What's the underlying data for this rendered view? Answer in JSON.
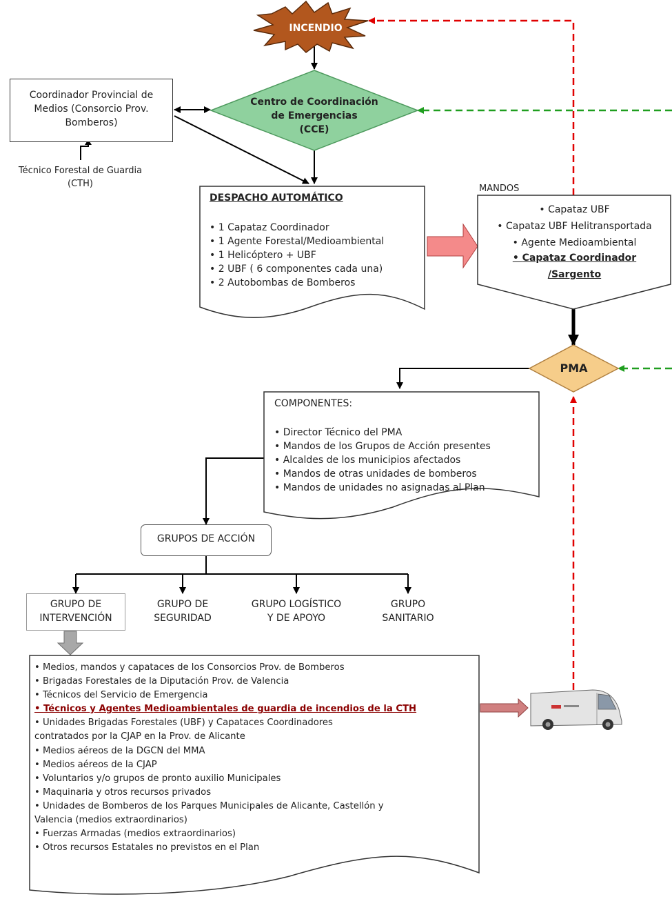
{
  "colors": {
    "incendio_fill": "#b2571e",
    "diamond_fill": "#8fd19e",
    "pma_fill": "#f6cd8a",
    "big_arrow_fill": "#f48a8a",
    "red_dashed": "#e00000",
    "green_dashed": "#1f9e1f",
    "highlight_text": "#8b0000",
    "small_arrow_fill": "#d08080",
    "gray_arrow_fill": "#a8a8a8"
  },
  "incendio": {
    "label": "INCENDIO"
  },
  "cce": {
    "line1": "Centro de Coordinación",
    "line2": "de Emergencias",
    "line3": "(CCE)"
  },
  "coordinador": {
    "line1": "Coordinador Provincial de",
    "line2": "Medios (Consorcio Prov.",
    "line3": "Bomberos)"
  },
  "tecnico_forestal": {
    "line1": "Técnico Forestal de Guardia",
    "line2": "(CTH)"
  },
  "despacho": {
    "title": "DESPACHO AUTOMÁTICO",
    "items": [
      "1 Capataz Coordinador",
      "1 Agente Forestal/Medioambiental",
      "1 Helicóptero + UBF",
      "2 UBF ( 6 componentes cada una)",
      "2 Autobombas de Bomberos"
    ]
  },
  "mandos": {
    "label": "MANDOS",
    "items": [
      "Capataz UBF",
      "Capataz UBF Helitransportada",
      "Agente Medioambiental"
    ],
    "bold_line1": "Capataz Coordinador",
    "bold_line2": "/Sargento"
  },
  "pma": {
    "label": "PMA"
  },
  "componentes": {
    "title": "COMPONENTES:",
    "items": [
      "Director Técnico del PMA",
      "Mandos de los Grupos de Acción presentes",
      "Alcaldes de los municipios afectados",
      "Mandos de otras unidades de bomberos",
      "Mandos  de unidades no asignadas al Plan"
    ]
  },
  "grupos_accion": {
    "label": "GRUPOS DE ACCIÓN"
  },
  "grupos": [
    {
      "line1": "GRUPO DE",
      "line2": "INTERVENCIÓN"
    },
    {
      "line1": "GRUPO DE",
      "line2": "SEGURIDAD"
    },
    {
      "line1": "GRUPO LOGÍSTICO",
      "line2": "Y DE APOYO"
    },
    {
      "line1": "GRUPO",
      "line2": "SANITARIO"
    }
  ],
  "intervencion_list": [
    "Medios, mandos y capataces de los Consorcios Prov. de Bomberos",
    "Brigadas Forestales de la Diputación Prov. de Valencia",
    "Técnicos del Servicio de Emergencia",
    "Técnicos y Agentes Medioambientales de guardia de incendios de la CTH",
    "Unidades Brigadas Forestales (UBF) y Capataces Coordinadores",
    "contratados por la CJAP en la Prov. de Alicante",
    "Medios aéreos de la DGCN del MMA",
    "Medios aéreos de la CJAP",
    "Voluntarios y/o grupos de pronto auxilio Municipales",
    "Maquinaria y otros recursos privados",
    "Unidades de Bomberos de los Parques Municipales de Alicante, Castellón y",
    "Valencia (medios extraordinarios)",
    "Fuerzas Armadas (medios extraordinarios)",
    "Otros recursos Estatales no previstos en el Plan"
  ],
  "van_icon": "van-icon"
}
